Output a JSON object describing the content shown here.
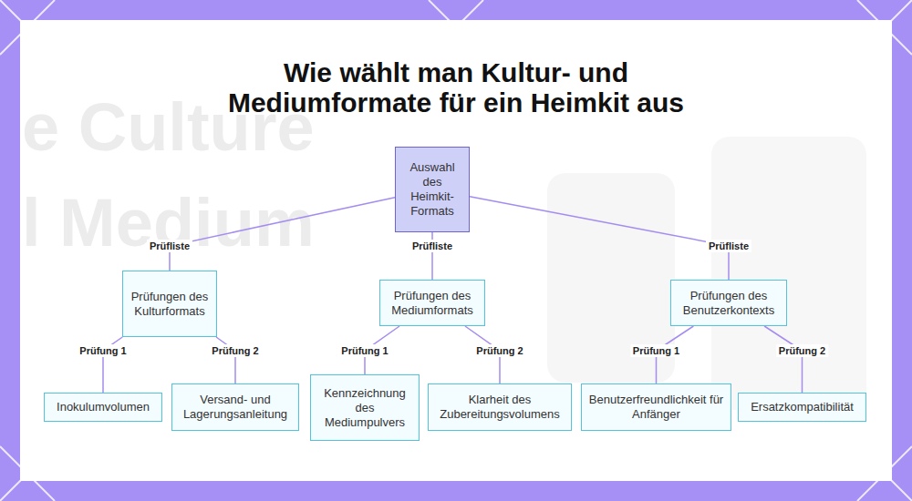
{
  "diagram": {
    "title": "Wie wählt man Kultur- und Mediumformate für ein Heimkit aus",
    "nodes": [
      {
        "text": [
          "Auswahl des Heimkit-Formats"
        ]
      },
      {
        "text": [
          "Prüfungen des Kulturformats"
        ]
      },
      {
        "text": [
          "Prüfungen des Mediumformats"
        ]
      },
      {
        "text": [
          "Prüfungen des Benutzerkontexts"
        ]
      },
      {
        "text": [
          "Inokulumvolumen"
        ]
      },
      {
        "text": [
          "Versand- und Lagerungsanleitung"
        ]
      },
      {
        "text": [
          "Kennzeichnung des Mediumpulvers"
        ]
      },
      {
        "text": [
          "Klarheit des Zubereitungsvolumens"
        ]
      },
      {
        "text": [
          "Benutzerfreundlichkeit für Anfänger"
        ]
      },
      {
        "text": [
          "Ersatzkompatibilität"
        ]
      }
    ],
    "edges": [
      {
        "from": 0,
        "to": 1,
        "label": "Prüfliste",
        "arrow": "none"
      },
      {
        "from": 0,
        "to": 2,
        "label": "Prüfliste",
        "arrow": "none"
      },
      {
        "from": 0,
        "to": 3,
        "label": "Prüfliste",
        "arrow": "none"
      },
      {
        "from": 1,
        "to": 4,
        "label": "Prüfung 1",
        "arrow": "none"
      },
      {
        "from": 1,
        "to": 5,
        "label": "Prüfung 2",
        "arrow": "none"
      },
      {
        "from": 2,
        "to": 6,
        "label": "Prüfung 1",
        "arrow": "none"
      },
      {
        "from": 2,
        "to": 7,
        "label": "Prüfung 2",
        "arrow": "none"
      },
      {
        "from": 3,
        "to": 8,
        "label": "Prüfung 1",
        "arrow": "none"
      },
      {
        "from": 3,
        "to": 9,
        "label": "Prüfung 2",
        "arrow": "none"
      }
    ],
    "labels": [
      "e Culture",
      "l Medium"
    ]
  }
}
